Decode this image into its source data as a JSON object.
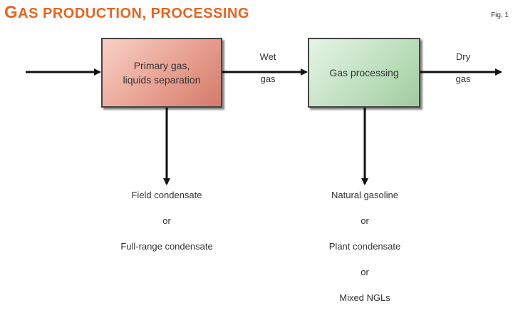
{
  "title": {
    "initial": "G",
    "rest": "as production, processing"
  },
  "figure_label": "Fig. 1",
  "boxes": {
    "primary_separation": "Primary gas,\nliquids separation",
    "gas_processing": "Gas processing"
  },
  "streams": {
    "wet_gas": [
      "Wet",
      "gas"
    ],
    "dry_gas": [
      "Dry",
      "gas"
    ]
  },
  "outputs": {
    "separation": [
      "Field condensate",
      "or",
      "Full-range condensate"
    ],
    "processing": [
      "Natural gasoline",
      "or",
      "Plant condensate",
      "or",
      "Mixed NGLs"
    ]
  },
  "colors": {
    "title": "#e8641f",
    "separation_box": "#e8a090",
    "processing_box": "#bfe0bf"
  }
}
